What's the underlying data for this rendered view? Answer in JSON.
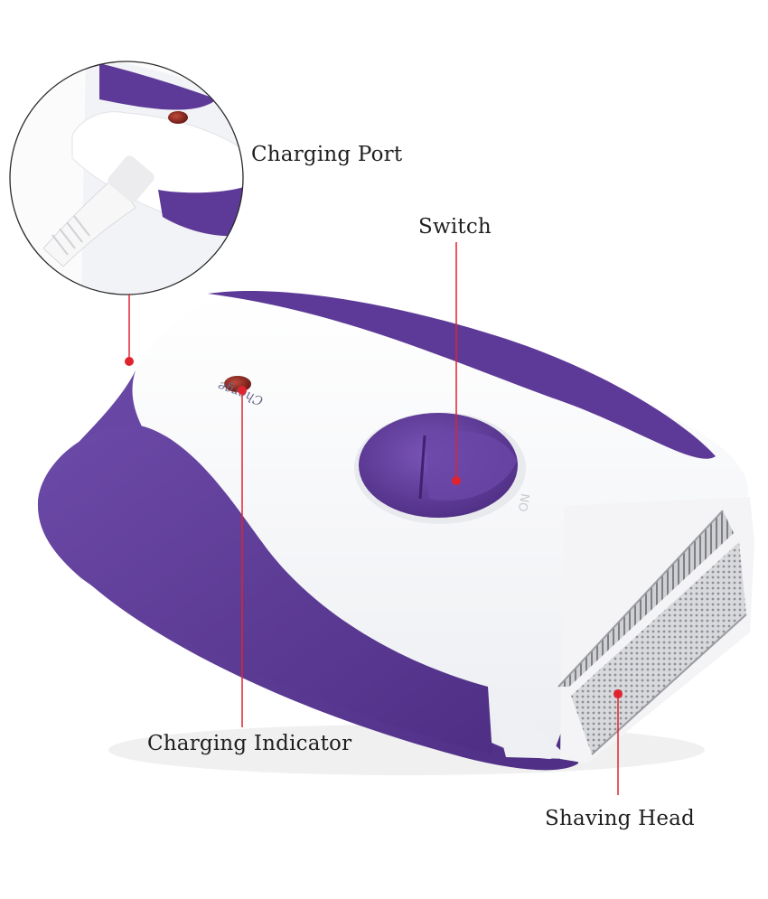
{
  "annotations": {
    "charging_port": "Charging Port",
    "switch": "Switch",
    "charging_indicator": "Charging Indicator",
    "shaving_head": "Shaving Head"
  },
  "device": {
    "embossed_text": "Charge",
    "switch_marking": "ON"
  },
  "colors": {
    "body_white": "#f7f7f9",
    "body_purple": "#5e3a98",
    "leader_line": "#e0242f",
    "label_text": "#1f1f1f"
  }
}
